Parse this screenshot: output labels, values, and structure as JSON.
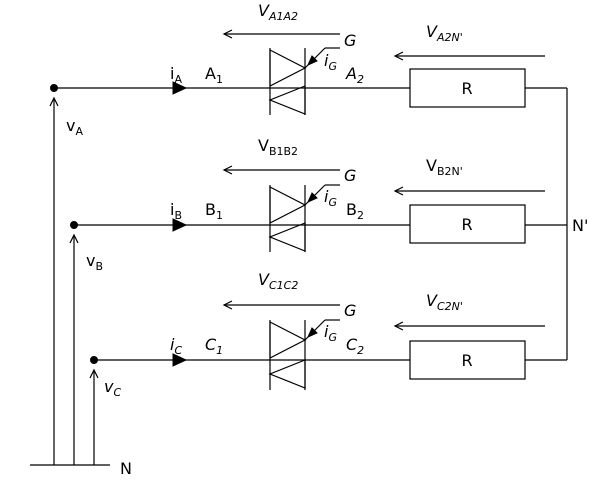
{
  "phases": [
    {
      "current": {
        "main": "i",
        "sub": "A"
      },
      "anode1": {
        "main": "A",
        "sub": "1"
      },
      "anode2": {
        "main": "A",
        "sub": "2"
      },
      "gate": "G",
      "gate_current": {
        "main": "i",
        "sub": "G"
      },
      "switch_voltage": {
        "main": "V",
        "sub": "A1A2"
      },
      "load_voltage": {
        "main": "V",
        "sub": "A2N'"
      },
      "resistor": "R",
      "source_voltage": {
        "main": "v",
        "sub": "A"
      }
    },
    {
      "current": {
        "main": "i",
        "sub": "B"
      },
      "anode1": {
        "main": "B",
        "sub": "1"
      },
      "anode2": {
        "main": "B",
        "sub": "2"
      },
      "gate": "G",
      "gate_current": {
        "main": "i",
        "sub": "G"
      },
      "switch_voltage": {
        "main": "V",
        "sub": "B1B2"
      },
      "load_voltage": {
        "main": "V",
        "sub": "B2N'"
      },
      "resistor": "R",
      "source_voltage": {
        "main": "v",
        "sub": "B"
      }
    },
    {
      "current": {
        "main": "i",
        "sub": "C"
      },
      "anode1": {
        "main": "C",
        "sub": "1"
      },
      "anode2": {
        "main": "C",
        "sub": "2"
      },
      "gate": "G",
      "gate_current": {
        "main": "i",
        "sub": "G"
      },
      "switch_voltage": {
        "main": "V",
        "sub": "C1C2"
      },
      "load_voltage": {
        "main": "V",
        "sub": "C2N'"
      },
      "resistor": "R",
      "source_voltage": {
        "main": "v",
        "sub": "C"
      }
    }
  ],
  "neutral_load": "N'",
  "neutral_source": "N"
}
